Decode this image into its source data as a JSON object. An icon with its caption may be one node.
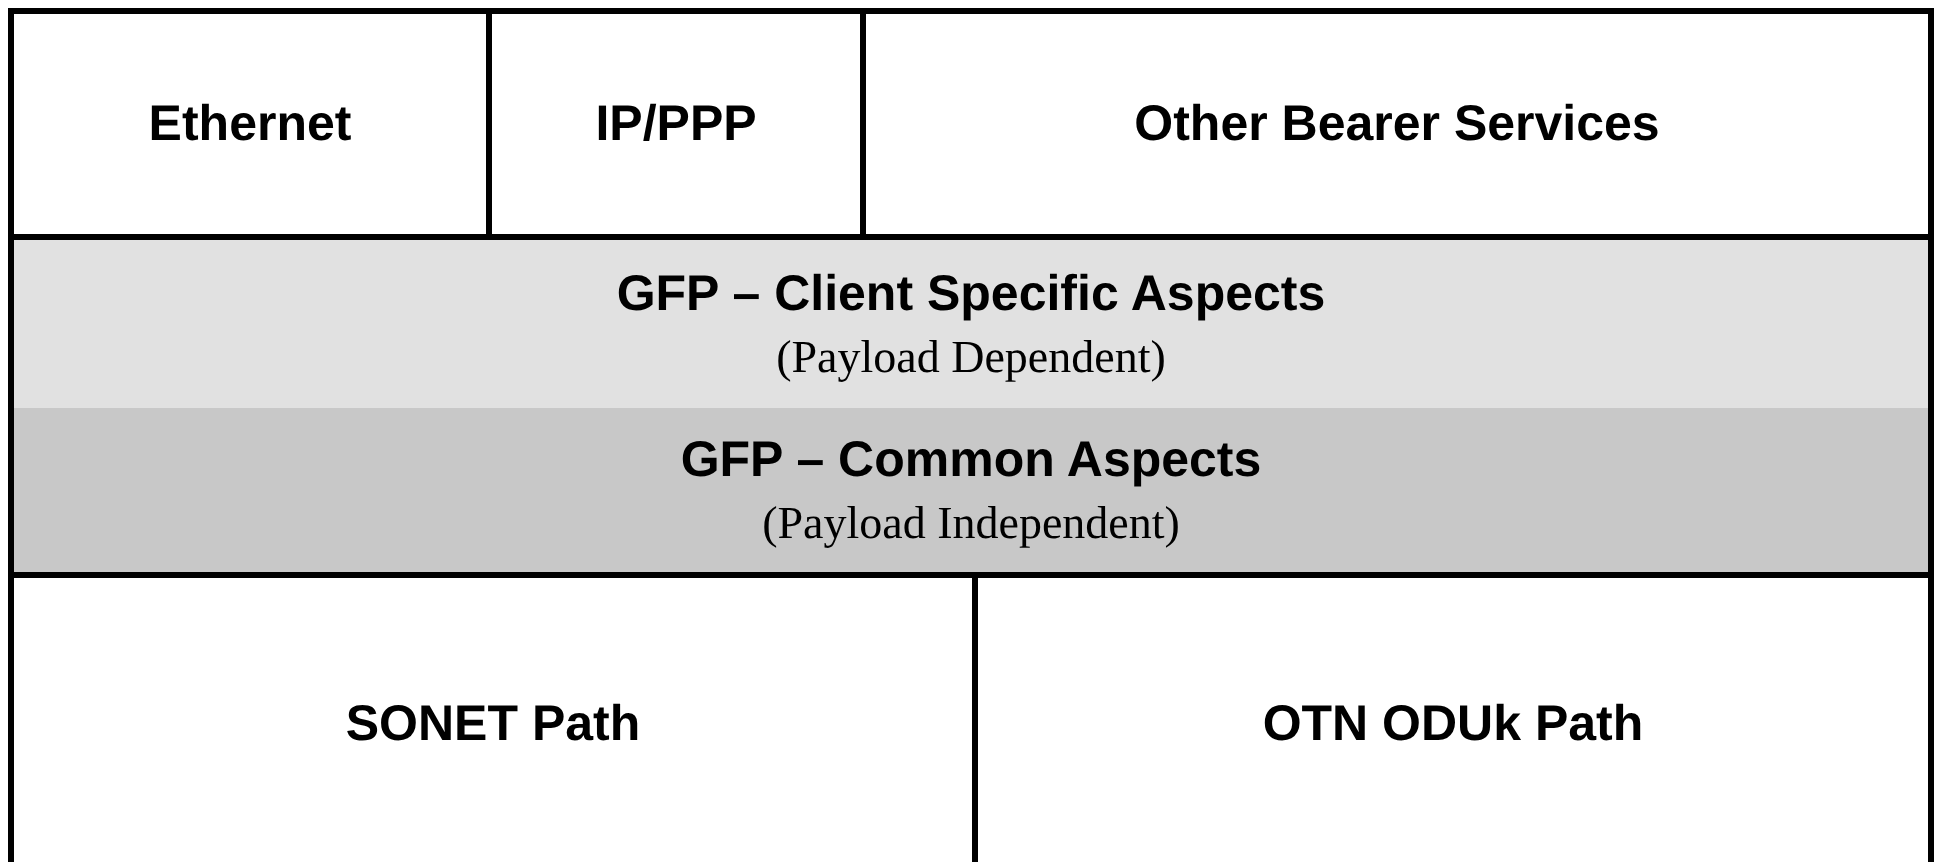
{
  "diagram": {
    "nodes": [
      {
        "text": [
          "Ethernet"
        ]
      },
      {
        "text": [
          "IP/PPP"
        ]
      },
      {
        "text": [
          "Other Bearer Services"
        ]
      },
      {
        "text": [
          "GFP – Client Specific Aspects",
          "(Payload Dependent)"
        ]
      },
      {
        "text": [
          "GFP – Common Aspects",
          "(Payload Independent)"
        ]
      },
      {
        "text": [
          "SONET Path"
        ]
      },
      {
        "text": [
          "OTN ODUk Path"
        ]
      }
    ]
  }
}
